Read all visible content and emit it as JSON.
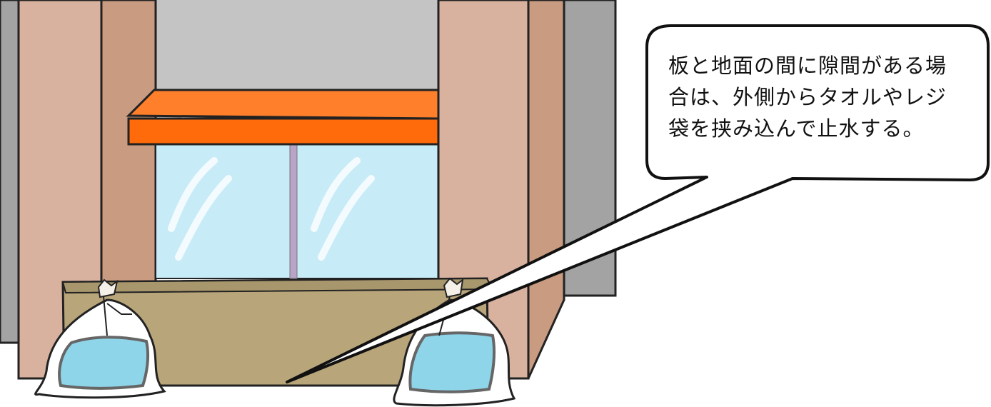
{
  "callout": {
    "lines": [
      "板と地面の間に隙間がある場",
      "合は、外側からタオルやレジ",
      "袋を挟み込んで止水する。"
    ]
  },
  "colors": {
    "background": "#ffffff",
    "wall_gray": "#a3a3a3",
    "wall_inner": "#c4c4c4",
    "pillar_light": "#d8b29f",
    "pillar_dark": "#c99b80",
    "awning_top": "#ff7f2a",
    "awning_front": "#ff6b0a",
    "glass": "#c7ecf7",
    "barrier_board": "#b8a57a",
    "water": "#8fd5ea",
    "outline": "#222222"
  },
  "icons": [
    "water-bag-icon"
  ]
}
